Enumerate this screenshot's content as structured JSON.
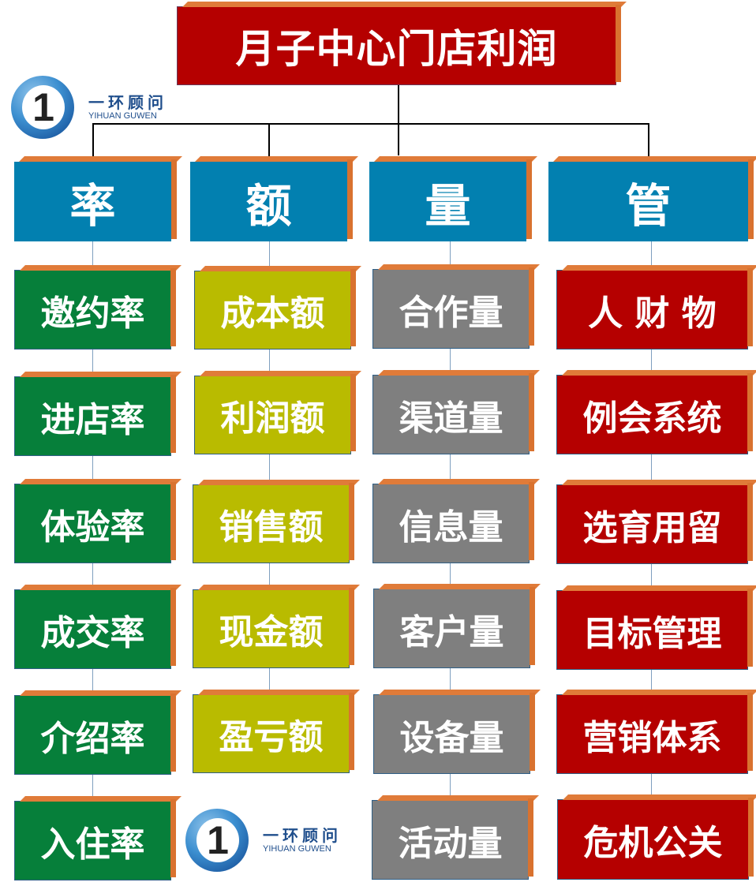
{
  "title": {
    "label": "月子中心门店利润",
    "color": "#b50000"
  },
  "logo": {
    "number": "1",
    "name_cn": "一环顾问",
    "name_en": "YIHUAN GUWEN"
  },
  "columns": [
    {
      "header": "率",
      "header_color": "#0280b0",
      "item_color": "#067f3a",
      "items": [
        "邀约率",
        "进店率",
        "体验率",
        "成交率",
        "介绍率",
        "入住率"
      ]
    },
    {
      "header": "额",
      "header_color": "#0280b0",
      "item_color": "#b9bb00",
      "items": [
        "成本额",
        "利润额",
        "销售额",
        "现金额",
        "盈亏额"
      ]
    },
    {
      "header": "量",
      "header_color": "#0280b0",
      "item_color": "#7f7f7f",
      "items": [
        "合作量",
        "渠道量",
        "信息量",
        "客户量",
        "设备量",
        "活动量"
      ]
    },
    {
      "header": "管",
      "header_color": "#0280b0",
      "item_color": "#b50000",
      "items": [
        "人 财 物",
        "例会系统",
        "选育用留",
        "目标管理",
        "营销体系",
        "危机公关"
      ]
    }
  ],
  "colors": {
    "depth": "#e07b39",
    "connector": "#000000"
  }
}
